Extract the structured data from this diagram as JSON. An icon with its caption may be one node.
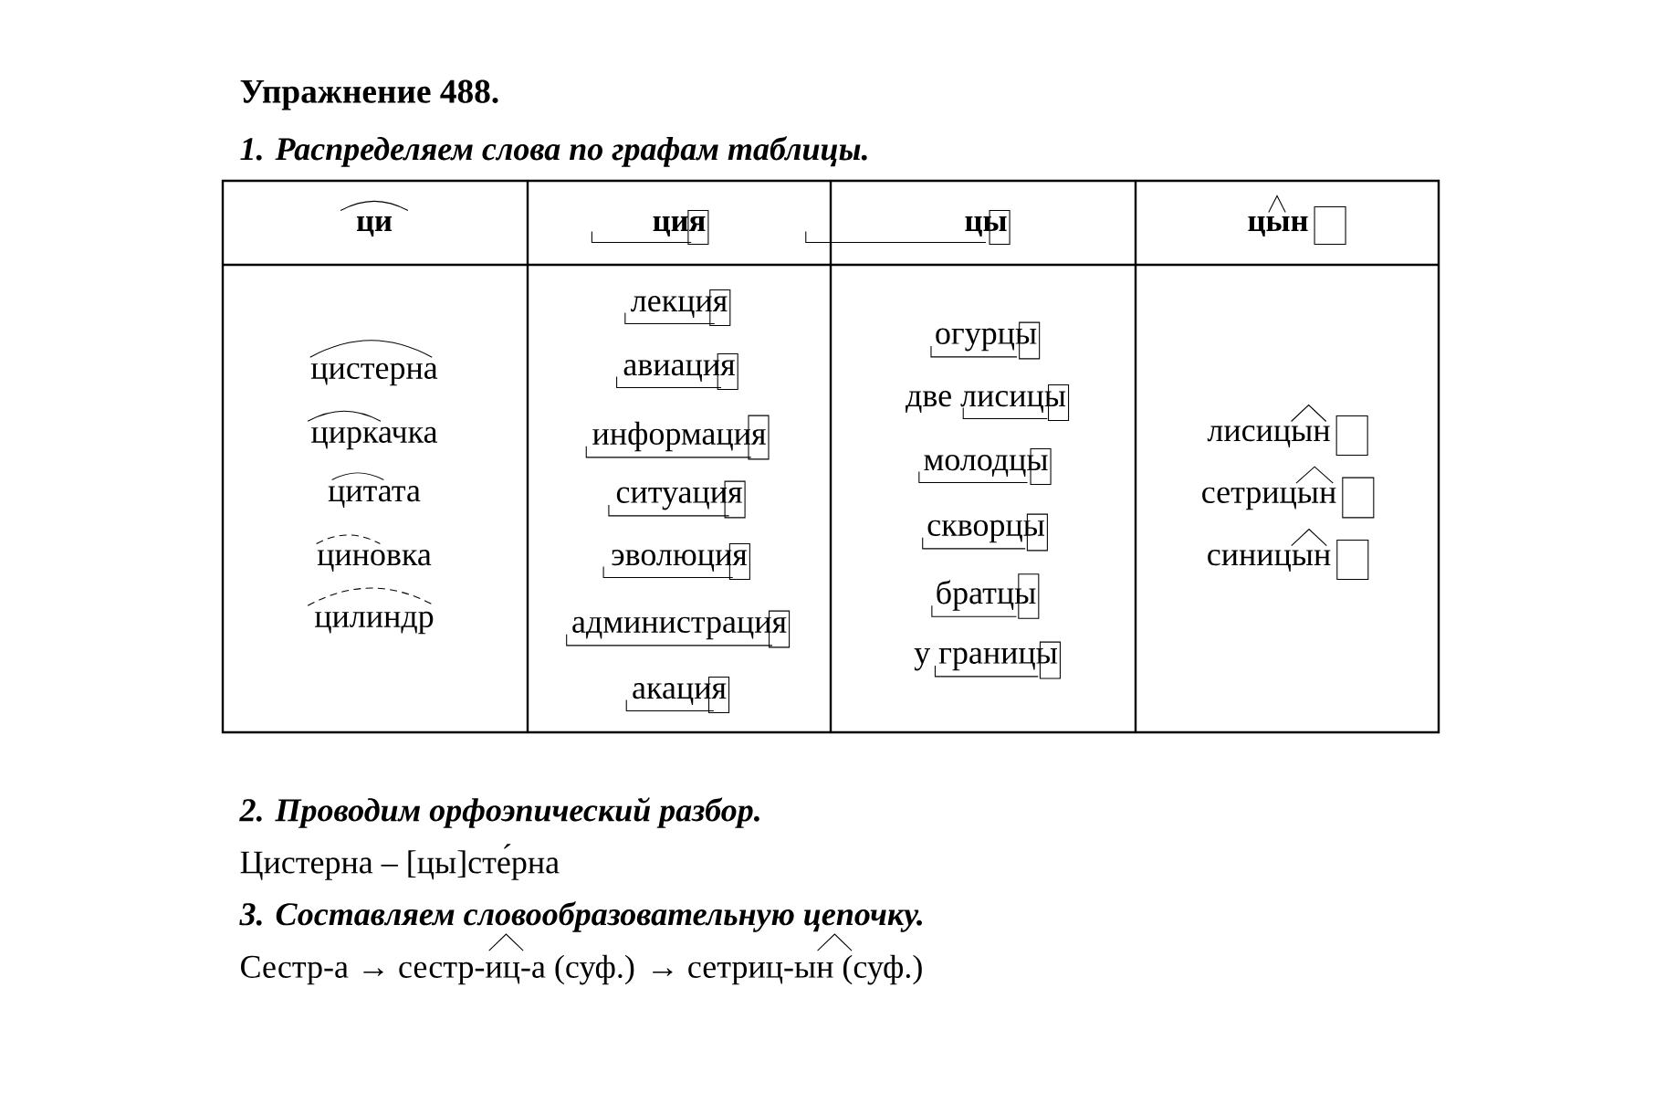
{
  "diagram": {
    "title": "Упражнение 488.",
    "labels": [
      "1. Распределяем слова по графам таблицы.",
      "ци",
      "ция",
      "цы",
      "цын",
      "цистерна",
      "циркачка",
      "цитата",
      "циновка",
      "цилиндр",
      "лекция",
      "авиация",
      "информация",
      "ситуация",
      "эволюция",
      "администрация",
      "акация",
      "огурцы",
      "две лисицы",
      "молодцы",
      "скворцы",
      "братцы",
      "у границы",
      "лисицын",
      "сетрицын",
      "синицын",
      "2. Проводим орфоэпический разбор.",
      "Цистерна – [цы]сте́рна",
      "3. Составляем словообразовательную цепочку.",
      "Сестр-а → сестр-иц-а (суф.) → сетриц-ын (суф.)"
    ]
  }
}
